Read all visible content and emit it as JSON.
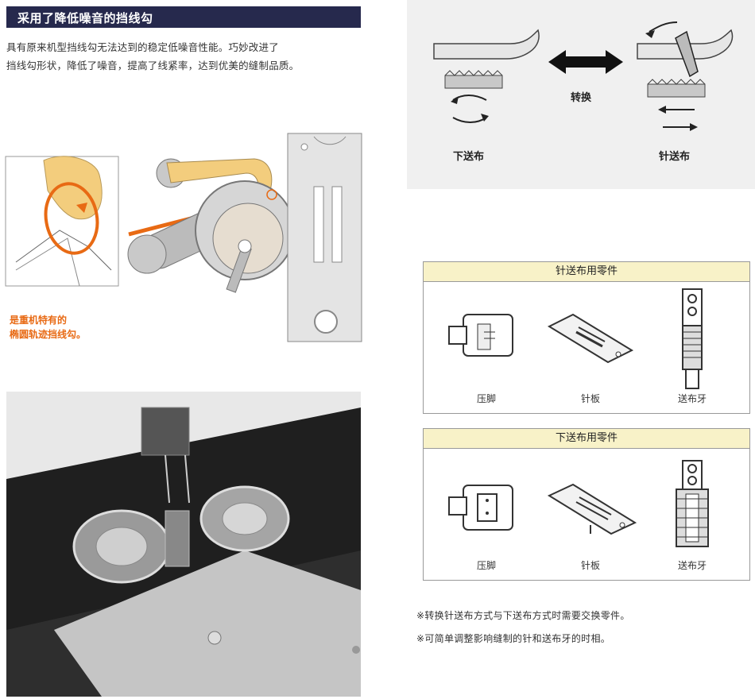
{
  "header": {
    "title": "采用了降低噪音的挡线勾"
  },
  "intro": {
    "lines": [
      "具有原来机型挡线勾无法达到的稳定低噪音性能。巧妙改进了",
      "挡线勾形状，降低了噪音，提高了线紧率，达到优美的缝制品质。"
    ]
  },
  "hook_caption": {
    "lines": [
      "是重机特有的",
      "椭圆轨迹挡线勾。"
    ]
  },
  "feed_switch": {
    "left_label": "下送布",
    "middle_label": "转换",
    "right_label": "针送布"
  },
  "needle_feed_parts": {
    "title": "针送布用零件",
    "items": [
      "压脚",
      "针板",
      "送布牙"
    ]
  },
  "lower_feed_parts": {
    "title": "下送布用零件",
    "items": [
      "压脚",
      "针板",
      "送布牙"
    ]
  },
  "notes": [
    "※转换针送布方式与下送布方式时需要交换零件。",
    "※可简单调整影响缝制的针和送布牙的时相。"
  ],
  "colors": {
    "header_bg": "#26294d",
    "accent_orange": "#e86a14",
    "parts_header_bg": "#f8f2c8"
  }
}
